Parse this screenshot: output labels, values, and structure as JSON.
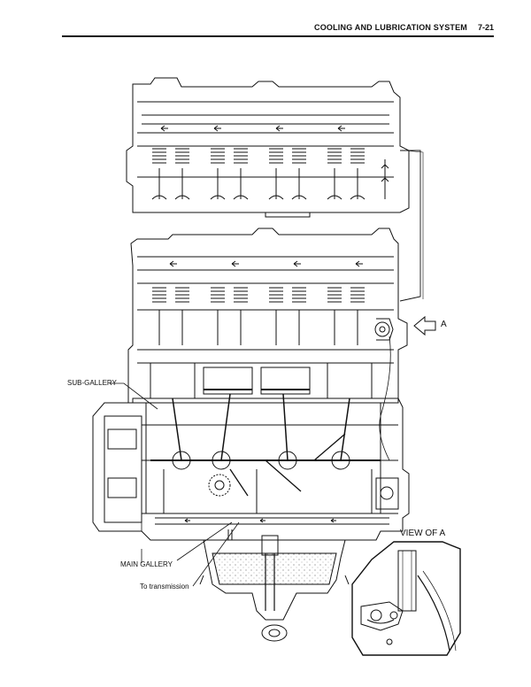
{
  "header": {
    "section_title": "COOLING AND LUBRICATION SYSTEM",
    "page_number": "7-21"
  },
  "callouts": {
    "a_marker": "A",
    "sub_gallery": "SUB-GALLERY",
    "main_gallery": "MAIN GALLERY",
    "to_transmission": "To transmission",
    "view_of_a": "VIEW OF A"
  },
  "colors": {
    "ink": "#111111",
    "paper": "#ffffff",
    "stipple": "#888888"
  }
}
